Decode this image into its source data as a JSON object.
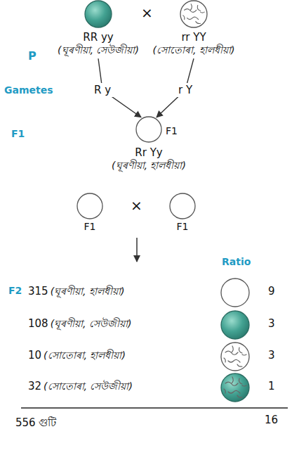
{
  "diagram": {
    "nodes": [
      {
        "text": [
          "RR yy",
          "(ঘূৰণীয়া, সেউজীয়া)"
        ]
      },
      {
        "text": [
          "rr YY",
          "(সোতোৰা, হালধীয়া)"
        ]
      },
      {
        "text": [
          "F1",
          "Rr Yy",
          "(ঘূৰণীয়া, হালধীয়া)"
        ]
      },
      {
        "text": [
          "F1"
        ]
      },
      {
        "text": [
          "F1"
        ]
      }
    ],
    "edges": [
      {
        "from": 0,
        "to": 2,
        "label": "R y",
        "arrow": "to"
      },
      {
        "from": 1,
        "to": 2,
        "label": "r Y",
        "arrow": "to"
      }
    ],
    "labels": [
      "P",
      "×",
      "Gametes",
      "F1",
      "×",
      "Ratio",
      "F2",
      "315",
      "(ঘূৰণীয়া, হালধীয়া)",
      "9",
      "108",
      "(ঘূৰণীয়া, সেউজীয়া)",
      "3",
      "10",
      "(সোতোৰা, হালধীয়া)",
      "3",
      "32",
      "(সোতোৰা, সেউজীয়া)",
      "1",
      "556 গুটি",
      "16"
    ]
  }
}
